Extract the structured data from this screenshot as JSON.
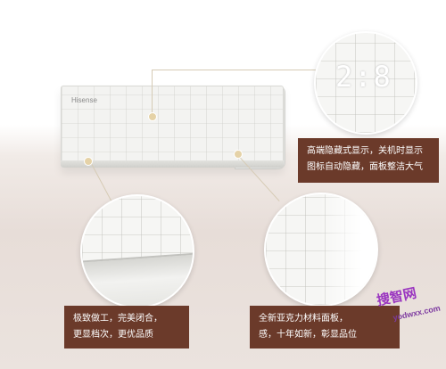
{
  "product": {
    "brand_label": "Hisense"
  },
  "callouts": {
    "display": {
      "digits": "2:8",
      "line1": "高端隐藏式显示，关机时显示",
      "line2": "图标自动隐藏，面板整洁大气"
    },
    "craft": {
      "line1": "极致做工，完美闭合，",
      "line2": "更显档次，更优品质"
    },
    "material": {
      "line1": "全新亚克力材料面板，",
      "line2": "感，十年如新，彰显品位"
    }
  },
  "watermark": {
    "title": "搜智网",
    "url": "yodwxx.com"
  },
  "colors": {
    "box_bg": "#6b3a2a",
    "accent_line": "#d6cbb5",
    "dot": "#e5d2a7"
  }
}
